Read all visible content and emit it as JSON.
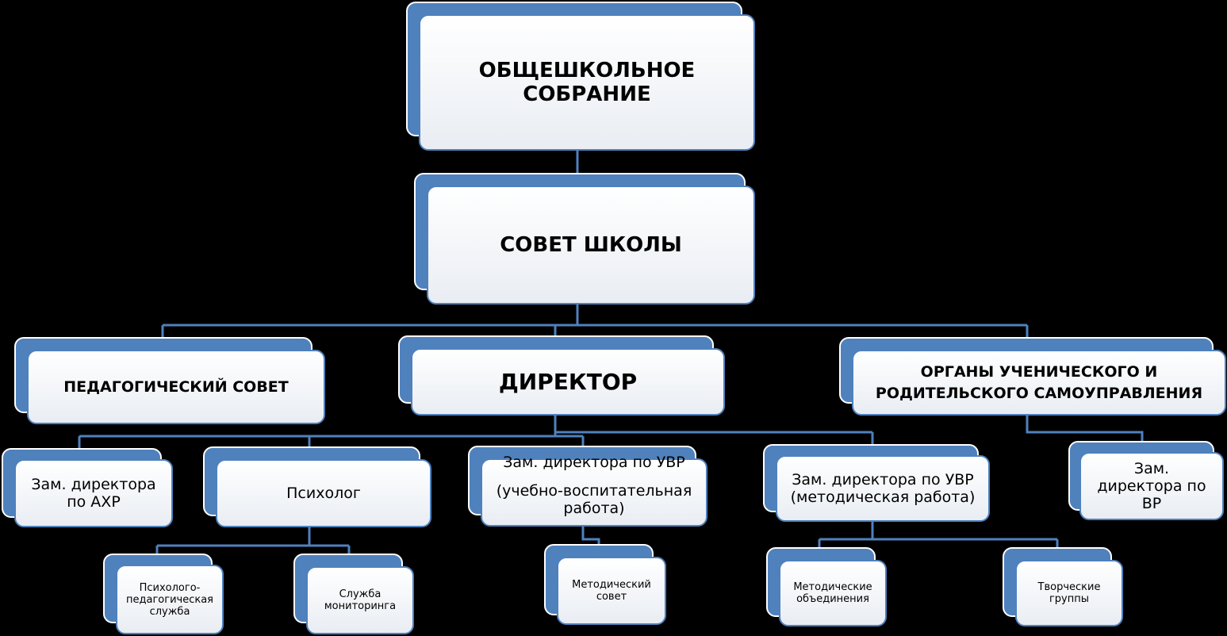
{
  "nodes": {
    "general_meeting": "ОБЩЕШКОЛЬНОЕ\nСОБРАНИЕ",
    "school_council": "СОВЕТ ШКОЛЫ",
    "pedagogical_council": "ПЕДАГОГИЧЕСКИЙ СОВЕТ",
    "director": "ДИРЕКТОР",
    "self_government": "ОРГАНЫ УЧЕНИЧЕСКОГО И\nРОДИТЕЛЬСКОГО САМОУПРАВЛЕНИЯ",
    "deputy_ahr": "Зам. директора\nпо АХР",
    "psychologist": "Психолог",
    "deputy_uvr_edu_line1": "Зам. директора по УВР",
    "deputy_uvr_edu_line2": "(учебно-воспитательная\nработа)",
    "deputy_uvr_method": "Зам. директора по УВР\n(методическая работа)",
    "deputy_vr": "Зам.\nдиректора по\nВР",
    "psych_ped_service": "Психолого-\nпедагогическая\nслужба",
    "monitoring_service": "Служба\nмониторинга",
    "method_council": "Методический\nсовет",
    "method_associations": "Методические\nобъединения",
    "creative_groups": "Творческие\nгруппы"
  },
  "colors": {
    "accent": "#4f81bd",
    "background": "#000000",
    "box_fill": "#ffffff"
  }
}
